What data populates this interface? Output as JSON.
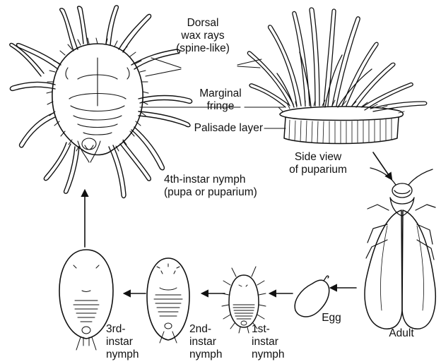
{
  "labels": {
    "dorsal_1": "Dorsal",
    "dorsal_2": "wax rays",
    "dorsal_3": "(spine-like)",
    "marginal_1": "Marginal",
    "marginal_2": "fringe",
    "palisade": "Palisade layer",
    "side_1": "Side view",
    "side_2": "of puparium",
    "fourth_1": "4th-instar nymph",
    "fourth_2": "(pupa or puparium)",
    "adult": "Adult",
    "egg": "Egg",
    "first_1": "1st-",
    "first_2": "instar",
    "first_3": "nymph",
    "second_1": "2nd-",
    "second_2": "instar",
    "second_3": "nymph",
    "third_1": "3rd-",
    "third_2": "instar",
    "third_3": "nymph"
  }
}
